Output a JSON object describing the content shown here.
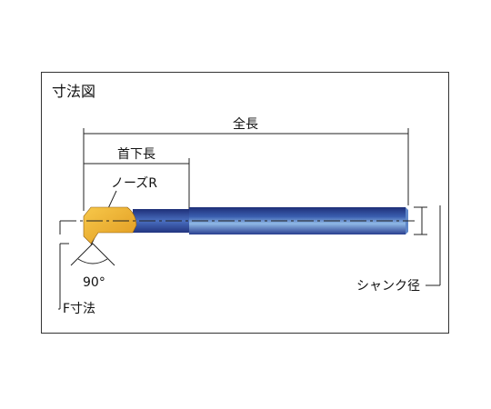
{
  "diagram": {
    "title": "寸法図",
    "labels": {
      "overall_length": "全長",
      "length_under_head": "首下長",
      "nose_radius": "ノーズR",
      "angle": "90°",
      "f_dimension": "F寸法",
      "shank_diameter": "シャンク径"
    },
    "colors": {
      "frame": "#333333",
      "insert": "#f0b030",
      "shank_dark": "#2a3f8f",
      "shank_light": "#6fa8dc",
      "centerline": "#222222"
    }
  }
}
